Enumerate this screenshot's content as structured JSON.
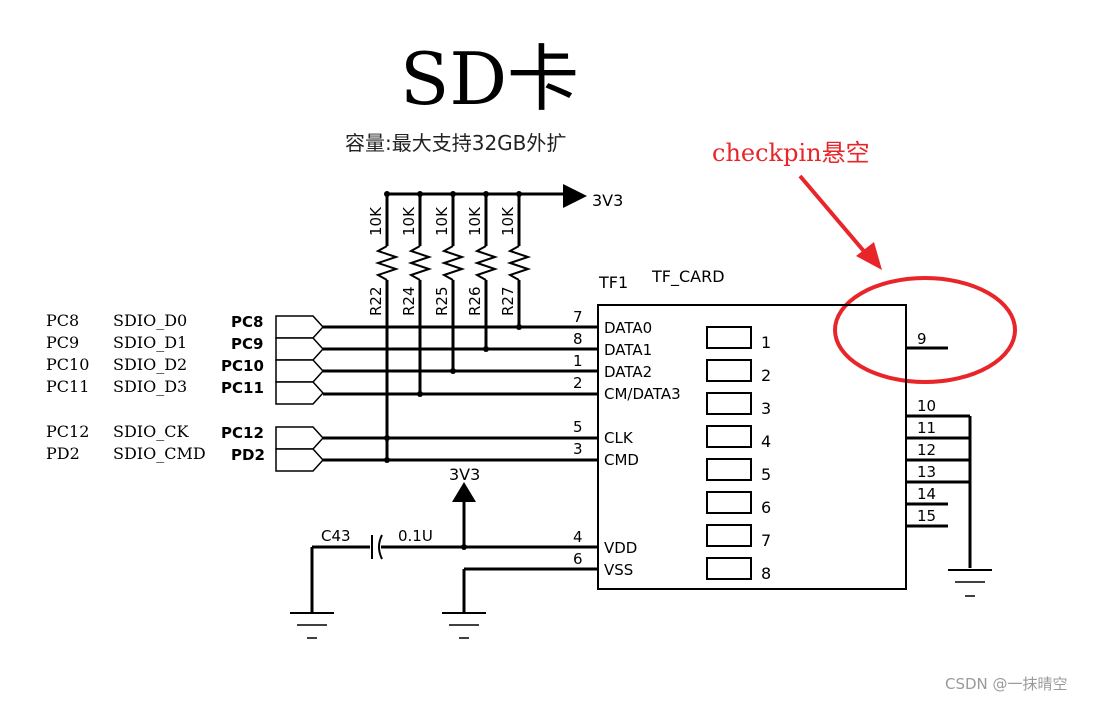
{
  "title": "SD卡",
  "subtitle": "容量:最大支持32GB外扩",
  "annotation": {
    "text": "checkpin悬空",
    "color": "#e8262a"
  },
  "watermark": "CSDN @一抹晴空",
  "power_top": "3V3",
  "power_mid": "3V3",
  "resistors": [
    {
      "name": "R22",
      "value": "10K"
    },
    {
      "name": "R24",
      "value": "10K"
    },
    {
      "name": "R25",
      "value": "10K"
    },
    {
      "name": "R26",
      "value": "10K"
    },
    {
      "name": "R27",
      "value": "10K"
    }
  ],
  "capacitor": {
    "name": "C43",
    "value": "0.1U"
  },
  "connector": {
    "ref": "TF1",
    "part": "TF_CARD"
  },
  "signals": [
    {
      "pin": "PC8",
      "func": "SDIO_D0",
      "port": "PC8",
      "num": "7",
      "pin_name": "DATA0"
    },
    {
      "pin": "PC9",
      "func": "SDIO_D1",
      "port": "PC9",
      "num": "8",
      "pin_name": "DATA1"
    },
    {
      "pin": "PC10",
      "func": "SDIO_D2",
      "port": "PC10",
      "num": "1",
      "pin_name": "DATA2"
    },
    {
      "pin": "PC11",
      "func": "SDIO_D3",
      "port": "PC11",
      "num": "2",
      "pin_name": "CM/DATA3"
    },
    {
      "pin": "PC12",
      "func": "SDIO_CK",
      "port": "PC12",
      "num": "5",
      "pin_name": "CLK"
    },
    {
      "pin": "PD2",
      "func": "SDIO_CMD",
      "port": "PD2",
      "num": "3",
      "pin_name": "CMD"
    }
  ],
  "power_pins": [
    {
      "num": "4",
      "pin_name": "VDD"
    },
    {
      "num": "6",
      "pin_name": "VSS"
    }
  ],
  "inner_pins": [
    "1",
    "2",
    "3",
    "4",
    "5",
    "6",
    "7",
    "8"
  ],
  "right_pins": [
    "9",
    "10",
    "11",
    "12",
    "13",
    "14",
    "15"
  ]
}
